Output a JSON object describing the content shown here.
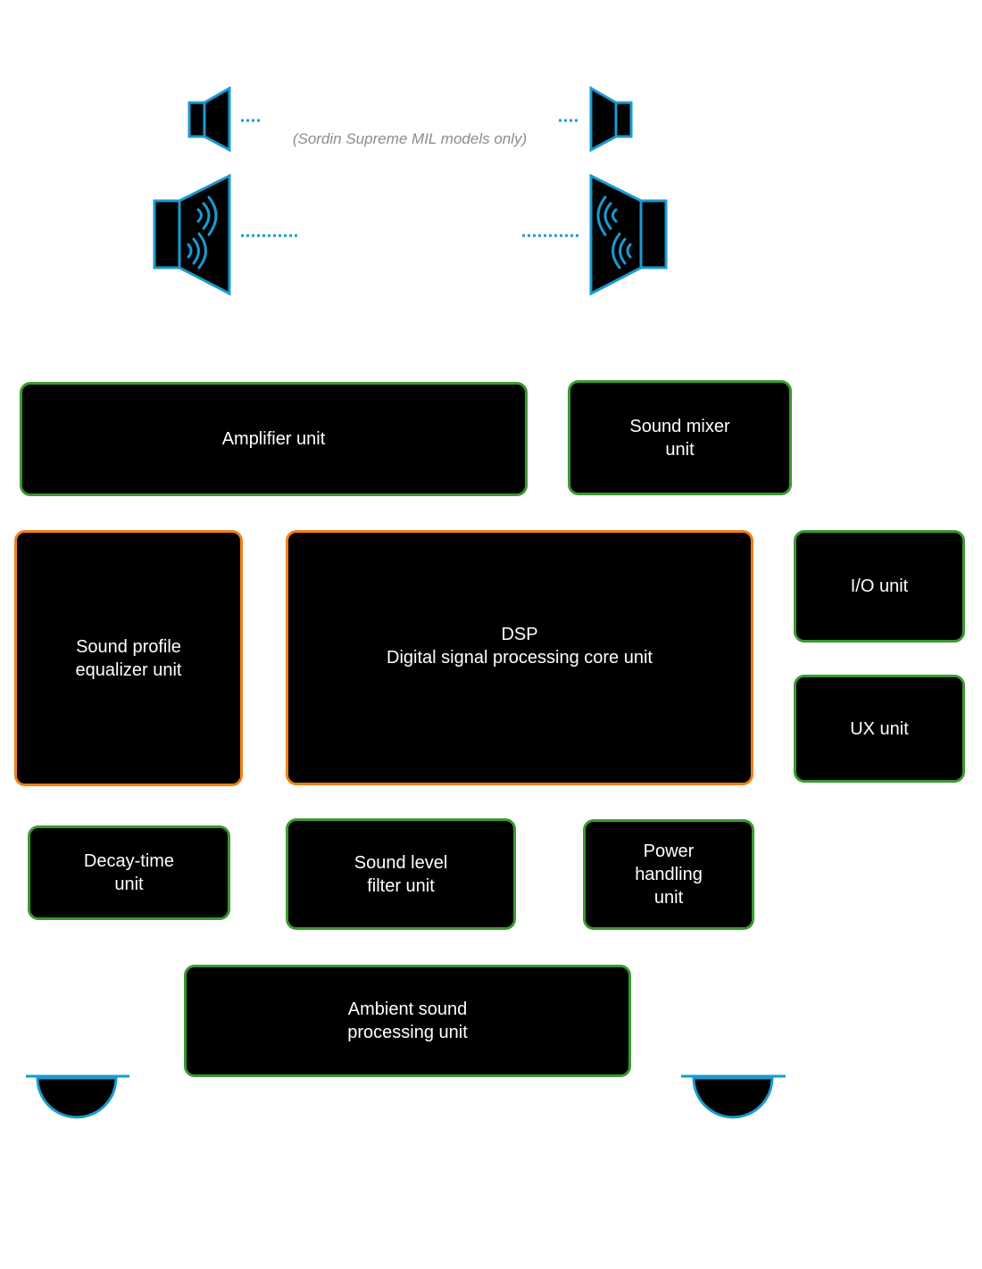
{
  "note": "(Sordin Supreme MIL models only)",
  "units": {
    "amplifier": "Amplifier unit",
    "mixer": "Sound mixer\nunit",
    "equalizer": "Sound profile\nequalizer unit",
    "dsp": "DSP\nDigital signal processing core unit",
    "io": "I/O unit",
    "ux": "UX unit",
    "decay": "Decay-time\nunit",
    "level_filter": "Sound level\nfilter unit",
    "power": "Power\nhandling\nunit",
    "ambient": "Ambient sound\nprocessing unit"
  },
  "icons": {
    "speaker_small_left": "speaker-icon",
    "speaker_small_right": "speaker-icon",
    "speaker_large_left": "speaker-sound-icon",
    "speaker_large_right": "speaker-sound-icon",
    "mic_left": "microphone-icon",
    "mic_right": "microphone-icon"
  },
  "colors": {
    "unit_border": "#3a9a2f",
    "core_border": "#f08019",
    "icon_stroke": "#1a9ad0",
    "fill": "#000000"
  }
}
